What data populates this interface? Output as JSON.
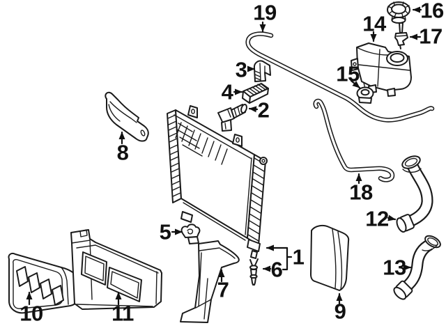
{
  "diagram": {
    "background_color": "#ffffff",
    "line_color": "#1a1a1a",
    "callout_color": "#111111",
    "callouts": {
      "c1": {
        "label": "1",
        "part": "radiator"
      },
      "c2": {
        "label": "2",
        "part": "sensor-bracket"
      },
      "c3": {
        "label": "3",
        "part": "retaining-clip"
      },
      "c4": {
        "label": "4",
        "part": "mounting-pad"
      },
      "c5": {
        "label": "5",
        "part": "clip"
      },
      "c6": {
        "label": "6",
        "part": "drain-valve"
      },
      "c7": {
        "label": "7",
        "part": "side-baffle"
      },
      "c8": {
        "label": "8",
        "part": "upper-bracket"
      },
      "c9": {
        "label": "9",
        "part": "side-air-duct"
      },
      "c10": {
        "label": "10",
        "part": "front-air-duct"
      },
      "c11": {
        "label": "11",
        "part": "lower-baffle"
      },
      "c12": {
        "label": "12",
        "part": "upper-hose"
      },
      "c13": {
        "label": "13",
        "part": "lower-hose"
      },
      "c14": {
        "label": "14",
        "part": "expansion-tank"
      },
      "c15": {
        "label": "15",
        "part": "grommet"
      },
      "c16": {
        "label": "16",
        "part": "tank-cap"
      },
      "c17": {
        "label": "17",
        "part": "vent-valve"
      },
      "c18": {
        "label": "18",
        "part": "vent-hose"
      },
      "c19": {
        "label": "19",
        "part": "overflow-hose"
      }
    }
  }
}
